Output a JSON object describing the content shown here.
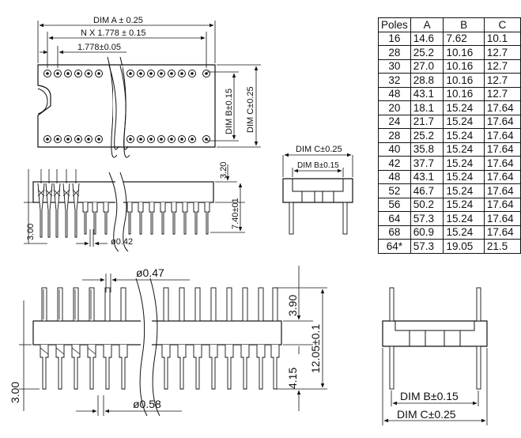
{
  "dimensions": {
    "dim_a": "DIM A ± 0.25",
    "n_pitch": "N X 1.778 ± 0.15",
    "pitch": "1.778±0.05",
    "dim_b": "DIM B±0.15",
    "dim_c": "DIM C±0.25",
    "height_320": "3.20",
    "height_740": "7.40±01",
    "height_300_top": "3.00",
    "dia_042": "ø0.42",
    "dia_047": "ø0.47",
    "dia_058": "ø0.58",
    "height_390": "3.90",
    "height_1205": "12.05±0.1",
    "height_415": "4.15",
    "height_300_bottom": "3.00"
  },
  "table": {
    "headers": [
      "Poles",
      "A",
      "B",
      "C"
    ],
    "rows": [
      [
        "16",
        "14.6",
        "7.62",
        "10.1"
      ],
      [
        "28",
        "25.2",
        "10.16",
        "12.7"
      ],
      [
        "30",
        "27.0",
        "10.16",
        "12.7"
      ],
      [
        "32",
        "28.8",
        "10.16",
        "12.7"
      ],
      [
        "48",
        "43.1",
        "10.16",
        "12.7"
      ],
      [
        "20",
        "18.1",
        "15.24",
        "17.64"
      ],
      [
        "24",
        "21.7",
        "15.24",
        "17.64"
      ],
      [
        "28",
        "25.2",
        "15.24",
        "17.64"
      ],
      [
        "40",
        "35.8",
        "15.24",
        "17.64"
      ],
      [
        "42",
        "37.7",
        "15.24",
        "17.64"
      ],
      [
        "48",
        "43.1",
        "15.24",
        "17.64"
      ],
      [
        "52",
        "46.7",
        "15.24",
        "17.64"
      ],
      [
        "56",
        "50.2",
        "15.24",
        "17.64"
      ],
      [
        "64",
        "57.3",
        "15.24",
        "17.64"
      ],
      [
        "68",
        "60.9",
        "15.24",
        "17.64"
      ],
      [
        "64*",
        "57.3",
        "19.05",
        "21.5"
      ]
    ]
  }
}
